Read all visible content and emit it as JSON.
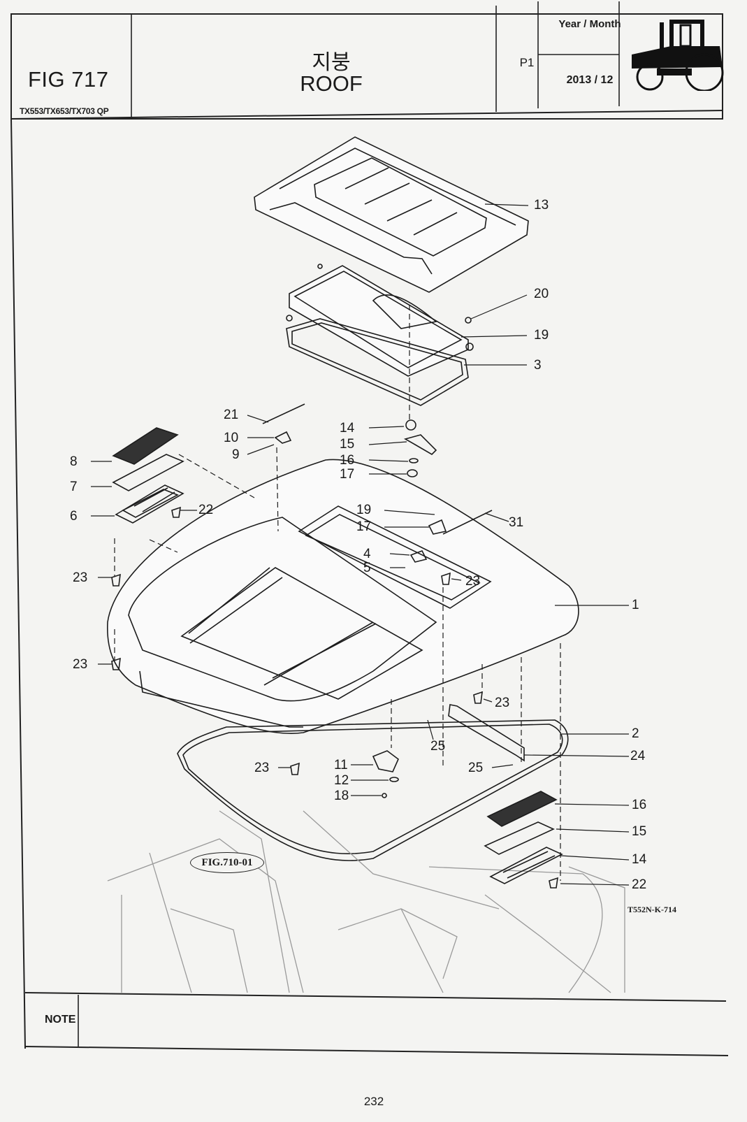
{
  "header": {
    "figure": "FIG 717",
    "models": "TX553/TX653/TX703 QP",
    "title_korean": "지붕",
    "title_english": "ROOF",
    "page_code": "P1",
    "year_month_label": "Year / Month",
    "year_month_value": "2013 / 12"
  },
  "diagram": {
    "callouts_right": [
      {
        "id": "c13",
        "text": "13"
      },
      {
        "id": "c20",
        "text": "20"
      },
      {
        "id": "c19a",
        "text": "19"
      },
      {
        "id": "c3",
        "text": "3"
      },
      {
        "id": "c31",
        "text": "31"
      },
      {
        "id": "c23c",
        "text": "23"
      },
      {
        "id": "c1",
        "text": "1"
      },
      {
        "id": "c23d",
        "text": "23"
      },
      {
        "id": "c2",
        "text": "2"
      },
      {
        "id": "c24",
        "text": "24"
      },
      {
        "id": "c16b",
        "text": "16"
      },
      {
        "id": "c15b",
        "text": "15"
      },
      {
        "id": "c14b",
        "text": "14"
      },
      {
        "id": "c22b",
        "text": "22"
      },
      {
        "id": "c22a",
        "text": "22"
      }
    ],
    "callouts_left": [
      {
        "id": "c21",
        "text": "21"
      },
      {
        "id": "c10",
        "text": "10"
      },
      {
        "id": "c9",
        "text": "9"
      },
      {
        "id": "c14a",
        "text": "14"
      },
      {
        "id": "c15a",
        "text": "15"
      },
      {
        "id": "c16a",
        "text": "16"
      },
      {
        "id": "c17a",
        "text": "17"
      },
      {
        "id": "c19b",
        "text": "19"
      },
      {
        "id": "c17b",
        "text": "17"
      },
      {
        "id": "c4",
        "text": "4"
      },
      {
        "id": "c5",
        "text": "5"
      },
      {
        "id": "c8",
        "text": "8"
      },
      {
        "id": "c7",
        "text": "7"
      },
      {
        "id": "c6",
        "text": "6"
      },
      {
        "id": "c23a",
        "text": "23"
      },
      {
        "id": "c23b",
        "text": "23"
      },
      {
        "id": "c23e",
        "text": "23"
      },
      {
        "id": "c11",
        "text": "11"
      },
      {
        "id": "c12",
        "text": "12"
      },
      {
        "id": "c18",
        "text": "18"
      },
      {
        "id": "c25a",
        "text": "25"
      },
      {
        "id": "c25b",
        "text": "25"
      }
    ],
    "reference_tag": "FIG.710-01",
    "drawing_code": "T552N-K-714"
  },
  "footer": {
    "note_label": "NOTE",
    "page_number": "232"
  }
}
